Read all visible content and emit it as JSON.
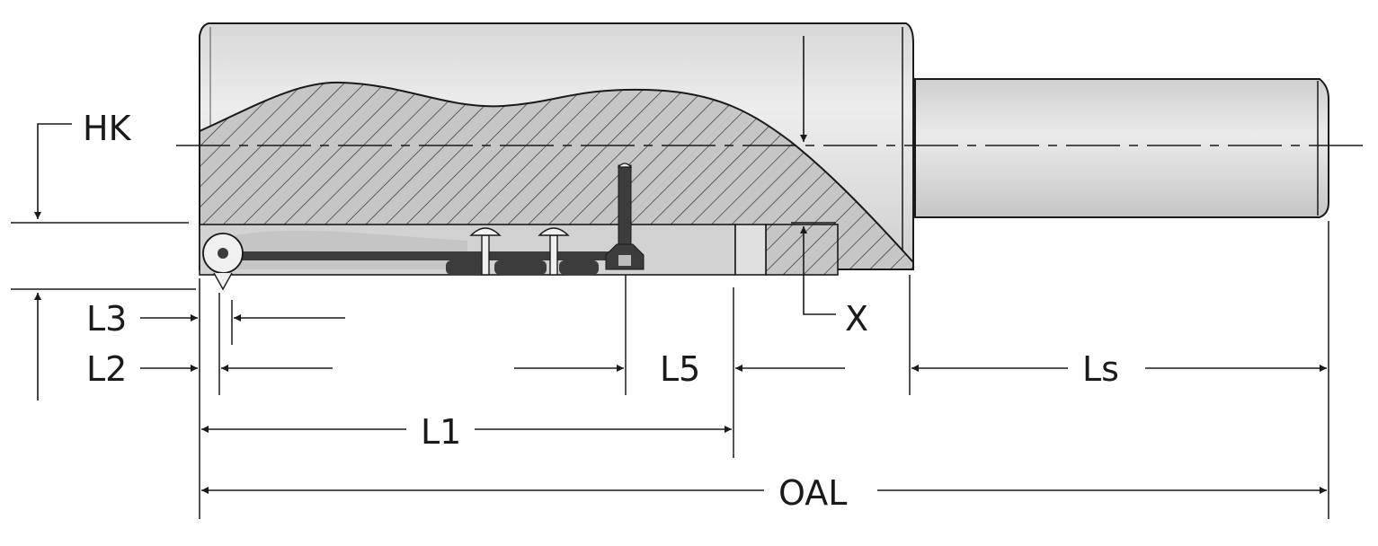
{
  "labels": {
    "hk": "HK",
    "x": "X",
    "l1": "L1",
    "l2": "L2",
    "l3": "L3",
    "l5": "L5",
    "ls": "Ls",
    "oal": "OAL"
  },
  "colors": {
    "line": "#1a1a1a",
    "body_light": "#e4e4e4",
    "body_mid": "#c8c8c8",
    "section_fill": "#c4c4c4",
    "hatch": "#333333",
    "pocket": "#d2d2d2",
    "dark_part": "#3c3c3c",
    "background": "#ffffff"
  }
}
